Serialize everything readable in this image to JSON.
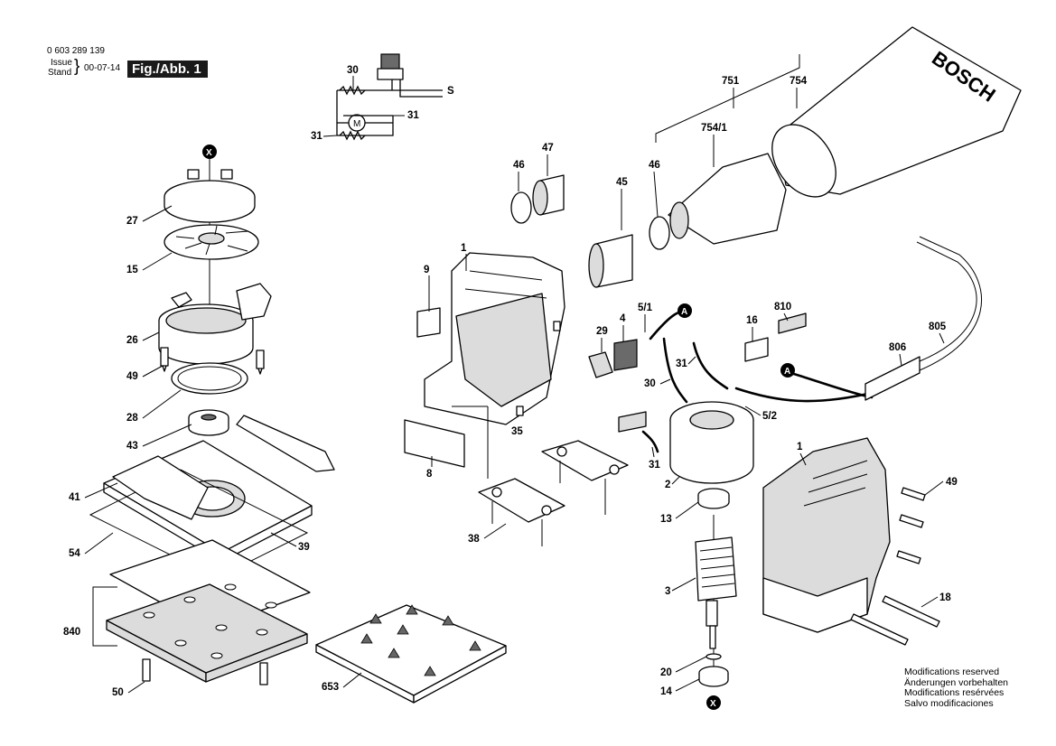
{
  "header": {
    "doc_number": "0 603 289 139",
    "issue_label": "Issue",
    "stand_label": "Stand",
    "issue_date": "00-07-14",
    "figure_label": "Fig./Abb. 1"
  },
  "brand_text": "BOSCH",
  "markers": {
    "x": "X",
    "a": "A"
  },
  "schematic": {
    "motor_symbol": "M",
    "switch_terminal": "S"
  },
  "parts": {
    "p1": "1",
    "p1b": "1",
    "p2": "2",
    "p3": "3",
    "p4": "4",
    "p5_1": "5/1",
    "p5_2": "5/2",
    "p8": "8",
    "p9": "9",
    "p13": "13",
    "p14": "14",
    "p15": "15",
    "p16": "16",
    "p18": "18",
    "p20": "20",
    "p26": "26",
    "p27": "27",
    "p28": "28",
    "p29": "29",
    "p30": "30",
    "p30s": "30",
    "p31a": "31",
    "p31b": "31",
    "p31s1": "31",
    "p31s2": "31",
    "p35": "35",
    "p38": "38",
    "p39": "39",
    "p41": "41",
    "p43": "43",
    "p45": "45",
    "p46a": "46",
    "p46b": "46",
    "p47": "47",
    "p49": "49",
    "p49b": "49",
    "p50": "50",
    "p54": "54",
    "p653": "653",
    "p751": "751",
    "p754": "754",
    "p754_1": "754/1",
    "p805": "805",
    "p806": "806",
    "p810": "810",
    "p840": "840"
  },
  "notes": [
    "Modifications reserved",
    "Änderungen vorbehalten",
    "Modifications resérvées",
    "Salvo modificaciones"
  ]
}
